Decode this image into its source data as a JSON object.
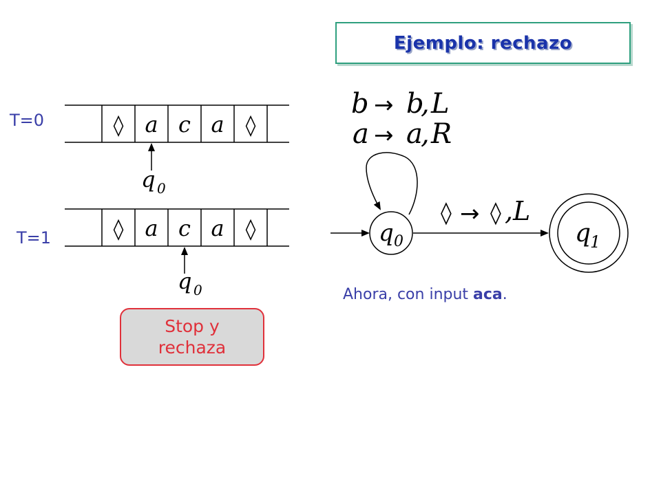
{
  "title": "Ejemplo: rechazo",
  "steps": [
    {
      "label": "T=0",
      "tape": [
        "◊",
        "a",
        "c",
        "a",
        "◊"
      ],
      "head_index": 1,
      "state": "q",
      "state_sub": "0"
    },
    {
      "label": "T=1",
      "tape": [
        "◊",
        "a",
        "c",
        "a",
        "◊"
      ],
      "head_index": 2,
      "state": "q",
      "state_sub": "0"
    }
  ],
  "stop_box": {
    "line1": "Stop y",
    "line2": "rechaza"
  },
  "automaton": {
    "loop_rules": [
      {
        "read": "b",
        "write": "b",
        "move": "L"
      },
      {
        "read": "a",
        "write": "a",
        "move": "R"
      }
    ],
    "edge_rule": {
      "read": "◊",
      "write": "◊",
      "move": "L"
    },
    "arrow": "→",
    "q0": {
      "name": "q",
      "sub": "0"
    },
    "q1": {
      "name": "q",
      "sub": "1"
    }
  },
  "note": {
    "prefix": "Ahora, con input ",
    "bold": "aca",
    "suffix": "."
  }
}
